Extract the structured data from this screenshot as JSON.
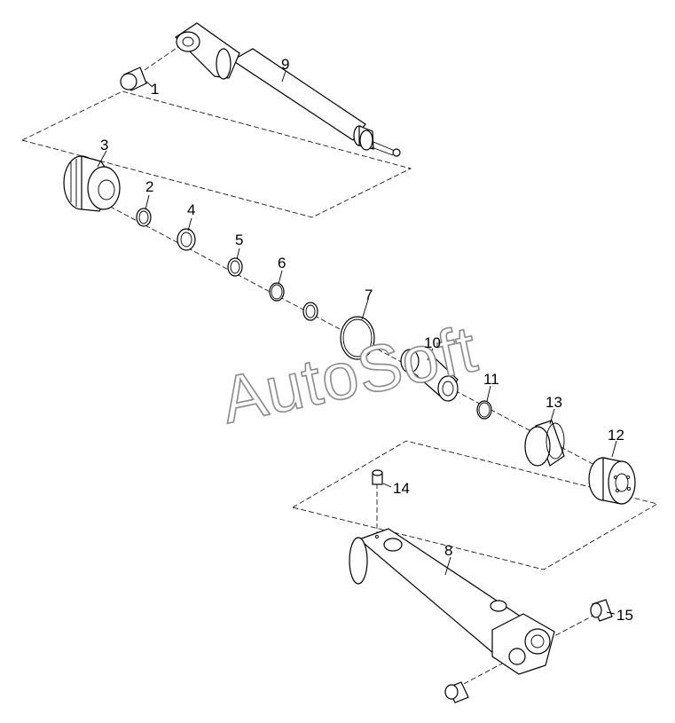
{
  "diagram": {
    "callouts": [
      {
        "id": "1",
        "text": "1"
      },
      {
        "id": "2",
        "text": "2"
      },
      {
        "id": "3",
        "text": "3"
      },
      {
        "id": "4",
        "text": "4"
      },
      {
        "id": "5",
        "text": "5"
      },
      {
        "id": "6",
        "text": "6"
      },
      {
        "id": "7",
        "text": "7"
      },
      {
        "id": "8",
        "text": "8"
      },
      {
        "id": "9",
        "text": "9"
      },
      {
        "id": "10",
        "text": "10"
      },
      {
        "id": "11",
        "text": "11"
      },
      {
        "id": "12",
        "text": "12"
      },
      {
        "id": "13",
        "text": "13"
      },
      {
        "id": "14",
        "text": "14"
      },
      {
        "id": "15",
        "text": "15"
      }
    ],
    "watermark": "AutoSoft"
  }
}
